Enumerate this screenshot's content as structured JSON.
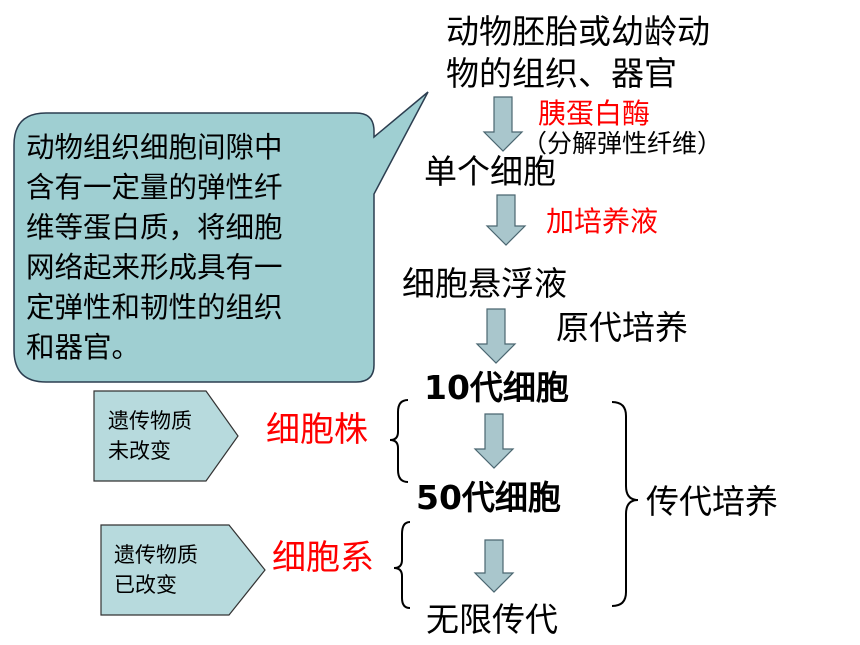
{
  "source_node": {
    "line1": "动物胚胎或幼龄动",
    "line2": "物的组织、器官"
  },
  "step1": {
    "agent": "胰蛋白酶",
    "note": "（分解弹性纤维）"
  },
  "single_cell": "单个细胞",
  "step2": {
    "agent": "加培养液"
  },
  "suspension": "细胞悬浮液",
  "step3": {
    "label": "原代培养"
  },
  "gen10": "10代细胞",
  "gen50": "50代细胞",
  "infinite": "无限传代",
  "passage_label": "传代培养",
  "cell_strain": {
    "label": "细胞株",
    "tag_line1": "遗传物质",
    "tag_line2": "未改变"
  },
  "cell_line": {
    "label": "细胞系",
    "tag_line1": "遗传物质",
    "tag_line2": "已改变"
  },
  "callout": {
    "lines": [
      "动物组织细胞间隙中",
      "含有一定量的弹性纤",
      "维等蛋白质，将细胞",
      "网络起来形成具有一",
      "定弹性和韧性的组织",
      "和器官。"
    ]
  },
  "colors": {
    "callout_fill": "#9fcfd2",
    "tag_fill": "#b7dadd",
    "arrow_fill": "#a9c6cc",
    "accent_red": "#ff0000"
  }
}
